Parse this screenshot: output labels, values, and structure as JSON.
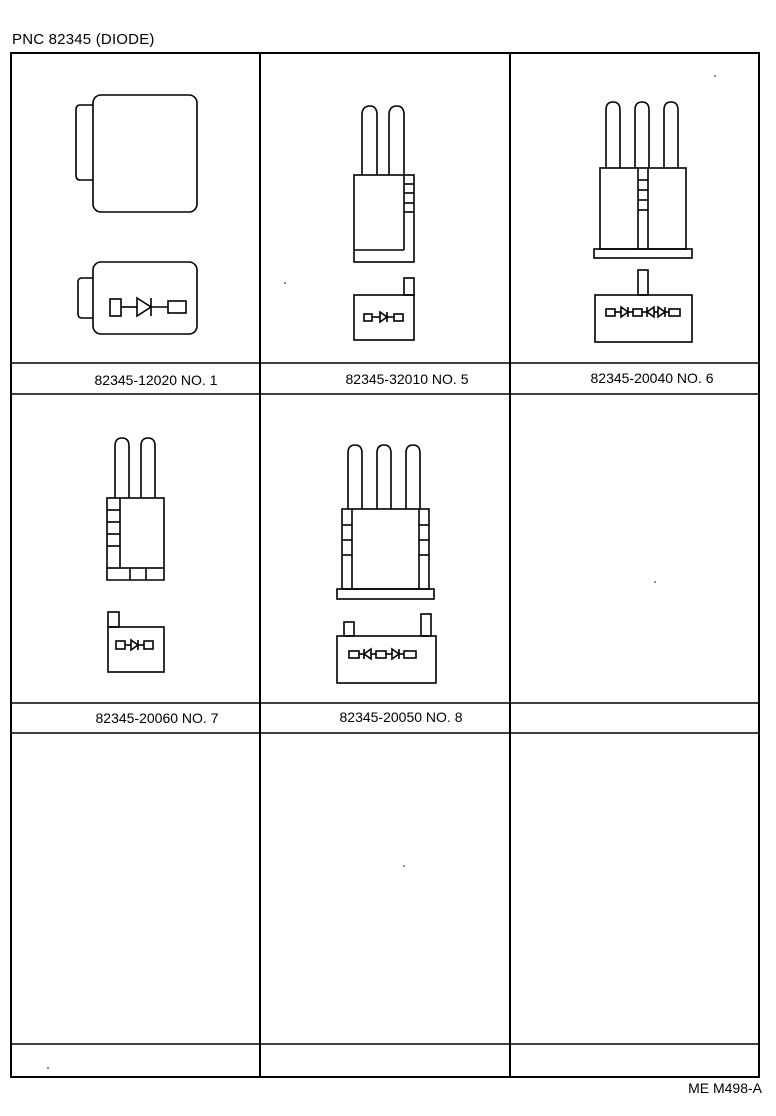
{
  "header": {
    "title": "PNC  82345 (DIODE)"
  },
  "footer": {
    "reference": "ME M498-A"
  },
  "parts": [
    {
      "label": "82345-12020 NO. 1"
    },
    {
      "label": "82345-32010 NO. 5"
    },
    {
      "label": "82345-20040 NO. 6"
    },
    {
      "label": "82345-20060 NO. 7"
    },
    {
      "label": "82345-20050 NO. 8"
    },
    {
      "label": ""
    },
    {
      "label": ""
    },
    {
      "label": ""
    },
    {
      "label": ""
    }
  ]
}
